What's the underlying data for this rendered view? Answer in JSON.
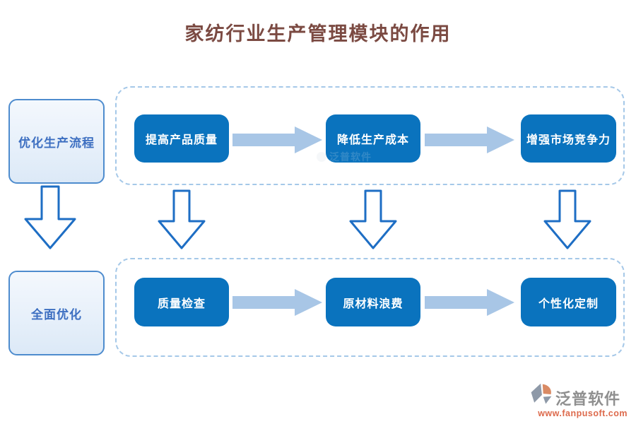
{
  "title": "家纺行业生产管理模块的作用",
  "left_panel": {
    "top_box_label": "优化生产流程",
    "bottom_box_label": "全面优化"
  },
  "top_group": {
    "boxes": [
      "提高产品质量",
      "降低生产成本",
      "增强市场竞争力"
    ]
  },
  "bottom_group": {
    "boxes": [
      "质量检查",
      "原材料浪费",
      "个性化定制"
    ]
  },
  "watermark_text": "泛普软件",
  "footer": {
    "brand": "泛普软件",
    "website": "www.fanpusoft.com"
  },
  "colors": {
    "process_box_blue": "#0a73be",
    "horizontal_arrow_fill": "#a8c6e6",
    "hollow_arrow_outline": "#1e6ec4",
    "dashed_border": "#a5c8e8",
    "title_color": "#7b4a42",
    "light_box_border": "#4e8cce",
    "light_box_text": "#3d6fc1",
    "brand_gray": "#8f8f8f",
    "url_orange": "#dd6a4c"
  }
}
